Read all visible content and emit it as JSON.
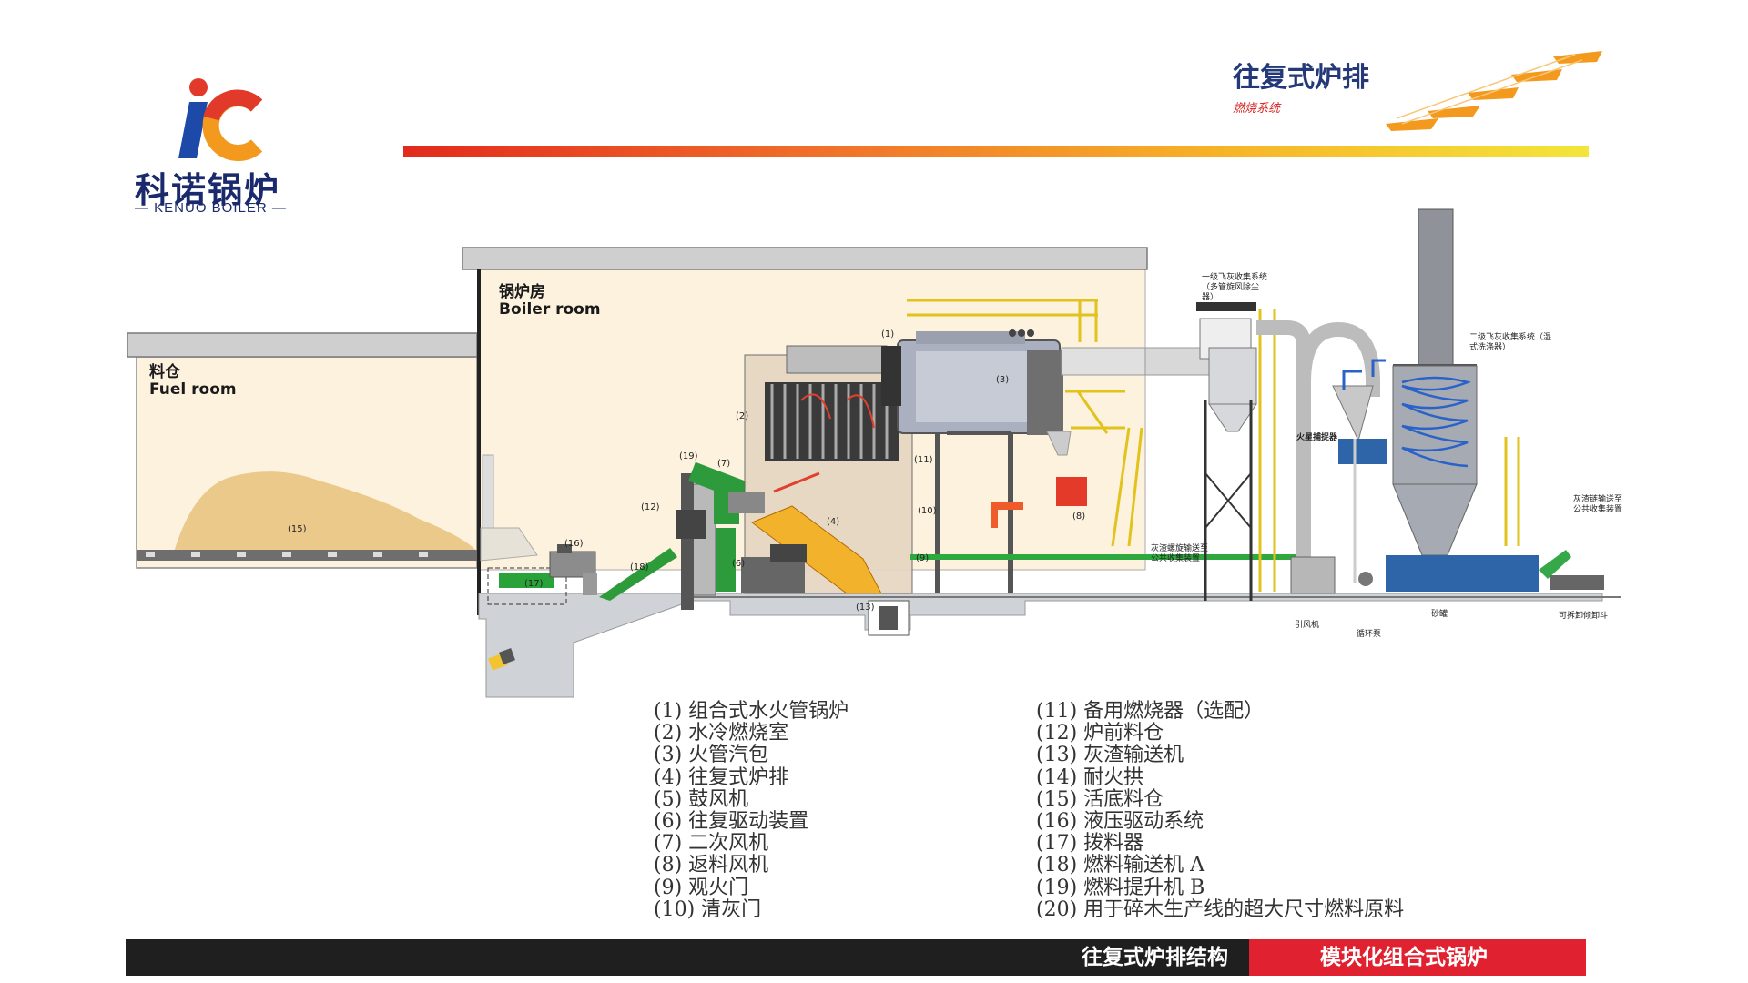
{
  "logo": {
    "name_cn": "科诺锅炉",
    "name_en": "— KENUO BOILER —"
  },
  "header": {
    "title": "往复式炉排",
    "subtitle": "燃烧系统"
  },
  "rooms": {
    "fuel_cn": "料仓",
    "fuel_en": "Fuel room",
    "boiler_cn": "锅炉房",
    "boiler_en": "Boiler room"
  },
  "markers": {
    "m1": "(1)",
    "m2": "(2)",
    "m3": "(3)",
    "m4": "(4)",
    "m6": "(6)",
    "m7": "(7)",
    "m8": "(8)",
    "m9": "(9)",
    "m10": "(10)",
    "m11": "(11)",
    "m12": "(12)",
    "m13": "(13)",
    "m15": "(15)",
    "m16": "(16)",
    "m17": "(17)",
    "m18": "(18)",
    "m19": "(19)"
  },
  "diagram_labels": {
    "primary_dust": "一级飞灰收集系统（多管旋风除尘器）",
    "secondary_dust": "二级飞灰收集系统（湿式洗涤器）",
    "spark": "火星捕捉器",
    "screw_conveyor": "灰渣螺旋输送至公共收集装置",
    "right_conveyor": "灰渣链输送至公共收集装置",
    "fan": "引风机",
    "pump": "循环泵",
    "sand": "砂罐",
    "removable": "可拆卸倾卸斗"
  },
  "legend": {
    "col1": [
      "(1)  组合式水火管锅炉",
      "(2)  水冷燃烧室",
      "(3)  火管汽包",
      "(4)  往复式炉排",
      "(5)  鼓风机",
      "(6)  往复驱动装置",
      "(7)  二次风机",
      "(8)  返料风机",
      "(9)  观火门",
      "(10) 清灰门"
    ],
    "col2": [
      "(11) 备用燃烧器（选配）",
      "(12) 炉前料仓",
      "(13) 灰渣输送机",
      "(14) 耐火拱",
      "(15) 活底料仓",
      "(16)  液压驱动系统",
      "(17) 拨料器",
      "(18) 燃料输送机 A",
      "(19) 燃料提升机 B",
      "(20) 用于碎木生产线的超大尺寸燃料原料"
    ]
  },
  "footer": {
    "left": "往复式炉排结构",
    "right": "模块化组合式锅炉"
  },
  "colors": {
    "brand_blue": "#243a78",
    "accent_red": "#e02230",
    "accent_orange": "#f39a1e"
  }
}
